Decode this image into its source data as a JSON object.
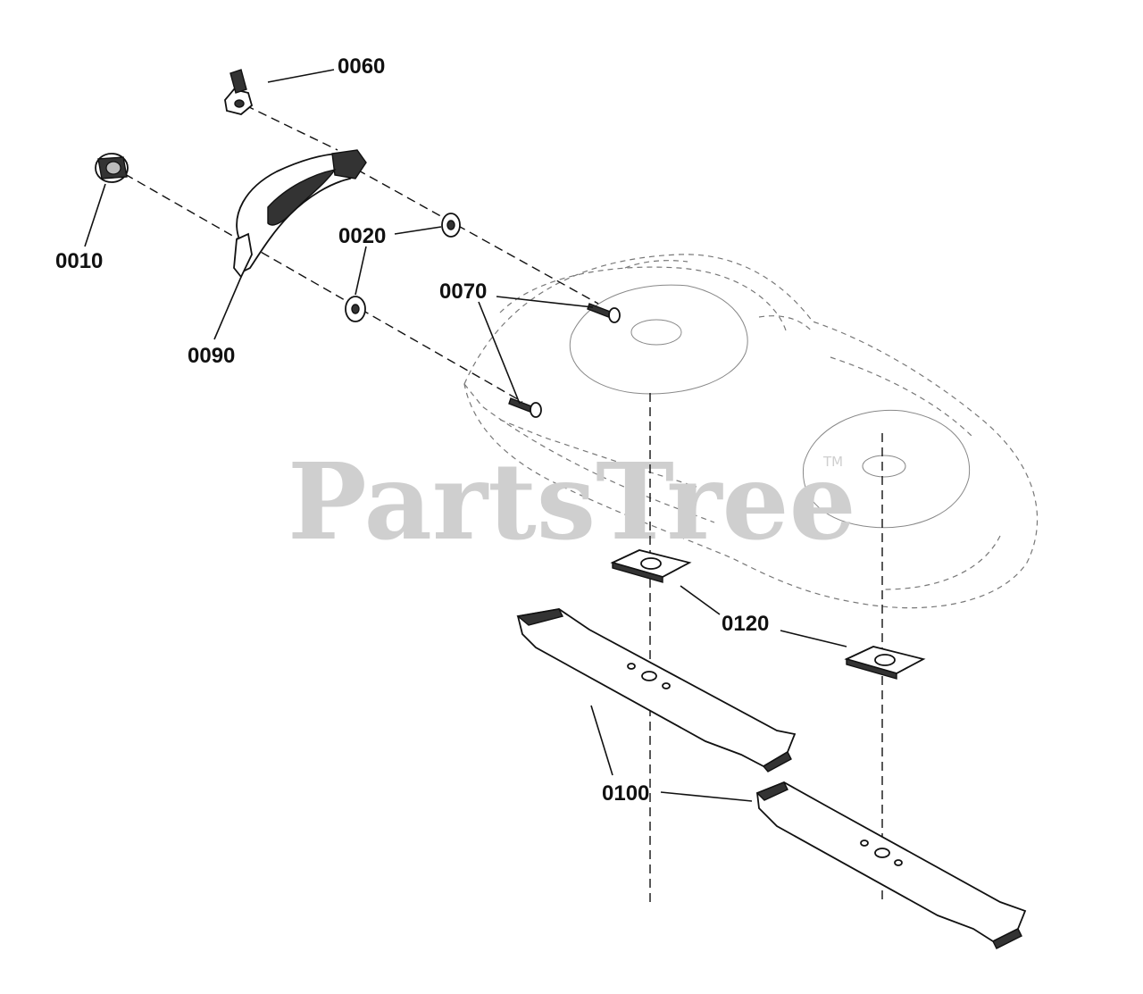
{
  "watermark": {
    "brand": "PartsTree",
    "trademark": "TM"
  },
  "labels": {
    "p0060": "0060",
    "p0010": "0010",
    "p0020": "0020",
    "p0070": "0070",
    "p0090": "0090",
    "p0120": "0120",
    "p0100": "0100"
  },
  "colors": {
    "ink": "#111111",
    "watermark": "#cfcfcf",
    "deck_outline": "#777777"
  }
}
